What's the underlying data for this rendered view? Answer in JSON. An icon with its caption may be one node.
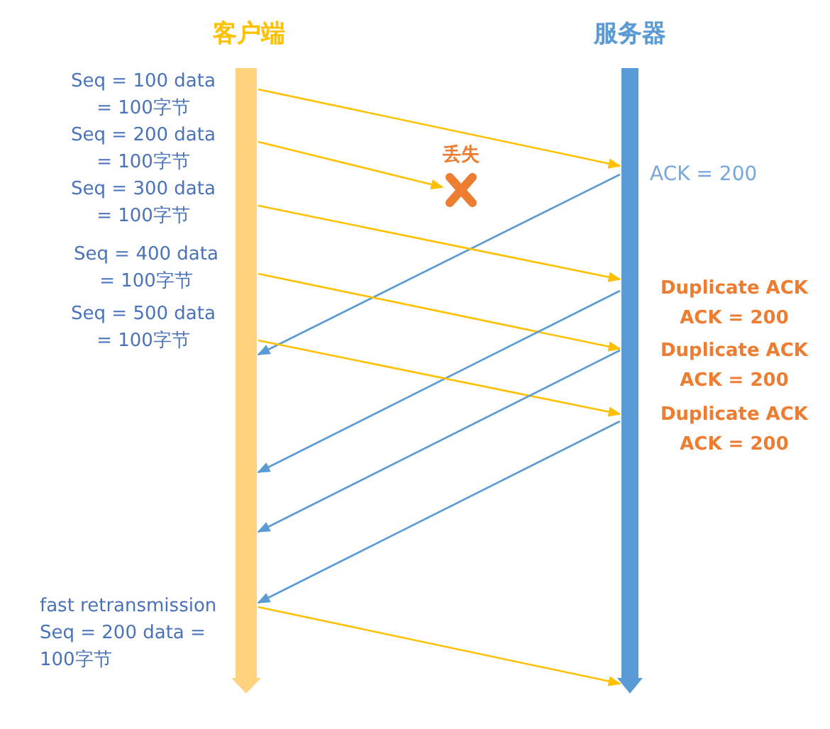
{
  "diagram": {
    "nodes": [
      {
        "text": [
          "客户端"
        ]
      },
      {
        "text": [
          "服务器"
        ]
      },
      {
        "text": [
          "丢失"
        ]
      }
    ],
    "edges": [
      {
        "from": 0,
        "to": 1,
        "arrow": "to",
        "label": "Seq = 100 data = 100字节"
      },
      {
        "from": 0,
        "to": 2,
        "arrow": "to",
        "label": "Seq = 200 data = 100字节"
      },
      {
        "from": 1,
        "to": 0,
        "arrow": "to",
        "label": "ACK = 200",
        "color": "#5b9bd5"
      },
      {
        "from": 0,
        "to": 1,
        "arrow": "to",
        "label": "Seq = 300 data = 100字节"
      },
      {
        "from": 0,
        "to": 1,
        "arrow": "to",
        "label": "Seq = 400 data = 100字节"
      },
      {
        "from": 1,
        "to": 0,
        "arrow": "to",
        "label": "Duplicate ACK ACK = 200",
        "color": "#5b9bd5"
      },
      {
        "from": 0,
        "to": 1,
        "arrow": "to",
        "label": "Seq = 500 data = 100字节"
      },
      {
        "from": 1,
        "to": 0,
        "arrow": "to",
        "label": "Duplicate ACK ACK = 200",
        "color": "#5b9bd5"
      },
      {
        "from": 1,
        "to": 0,
        "arrow": "to",
        "label": "Duplicate ACK ACK = 200",
        "color": "#5b9bd5"
      },
      {
        "from": 0,
        "to": 1,
        "arrow": "to",
        "label": "fast retransmission Seq = 200 data = 100字节"
      }
    ]
  }
}
